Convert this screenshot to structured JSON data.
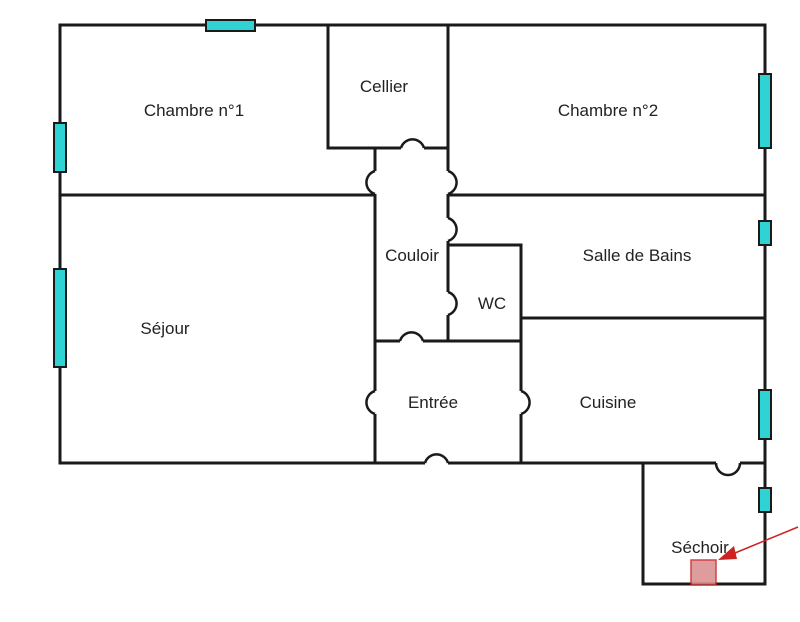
{
  "rooms": {
    "chambre1": "Chambre n°1",
    "cellier": "Cellier",
    "chambre2": "Chambre n°2",
    "couloir": "Couloir",
    "salle_de_bains": "Salle de Bains",
    "wc": "WC",
    "sejour": "Séjour",
    "entree": "Entrée",
    "cuisine": "Cuisine",
    "sechoir": "Séchoir"
  },
  "colors": {
    "wall": "#1a1a1a",
    "window": "#2fd3d3",
    "arrow": "#cc2222"
  }
}
